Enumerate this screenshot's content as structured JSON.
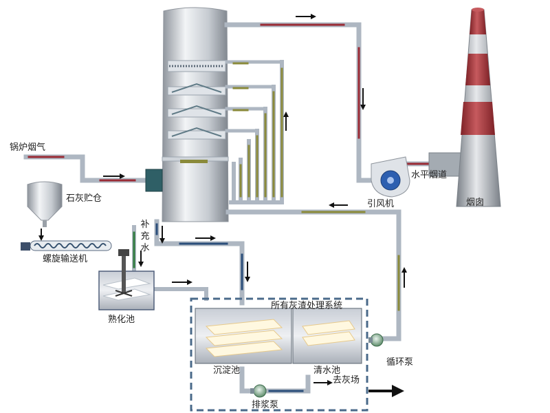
{
  "labels": {
    "boiler_flue_gas": "锅炉烟气",
    "lime_silo": "石灰贮仓",
    "screw_conveyor": "螺旋输送机",
    "makeup_water": "补充水",
    "slaking_tank": "熟化池",
    "ash_system": "所有灰渣处理系统",
    "settling_tank": "沉淀池",
    "clear_water_tank": "清水池",
    "circulation_pump": "循环泵",
    "slurry_pump": "排浆泵",
    "to_ash_yard": "去灰场",
    "induced_draft_fan": "引风机",
    "horizontal_flue": "水平烟道",
    "chimney": "烟囱"
  },
  "colors": {
    "flue_gas_pipe": "#9b2b35",
    "pipe_outline": "#aeb7c2",
    "recirc_pipe": "#8a8a3a",
    "feed_water_pipe": "#2b4e7a",
    "makeup_water_pipe": "#2e7a3c",
    "chimney_red": "#a43a3e",
    "chimney_gray": "#9aa1a8",
    "tank_outline": "#4f5e7a",
    "fan_blue": "#2d5fb0",
    "inlet_duct": "#2f5f66",
    "arrow": "#111111"
  }
}
